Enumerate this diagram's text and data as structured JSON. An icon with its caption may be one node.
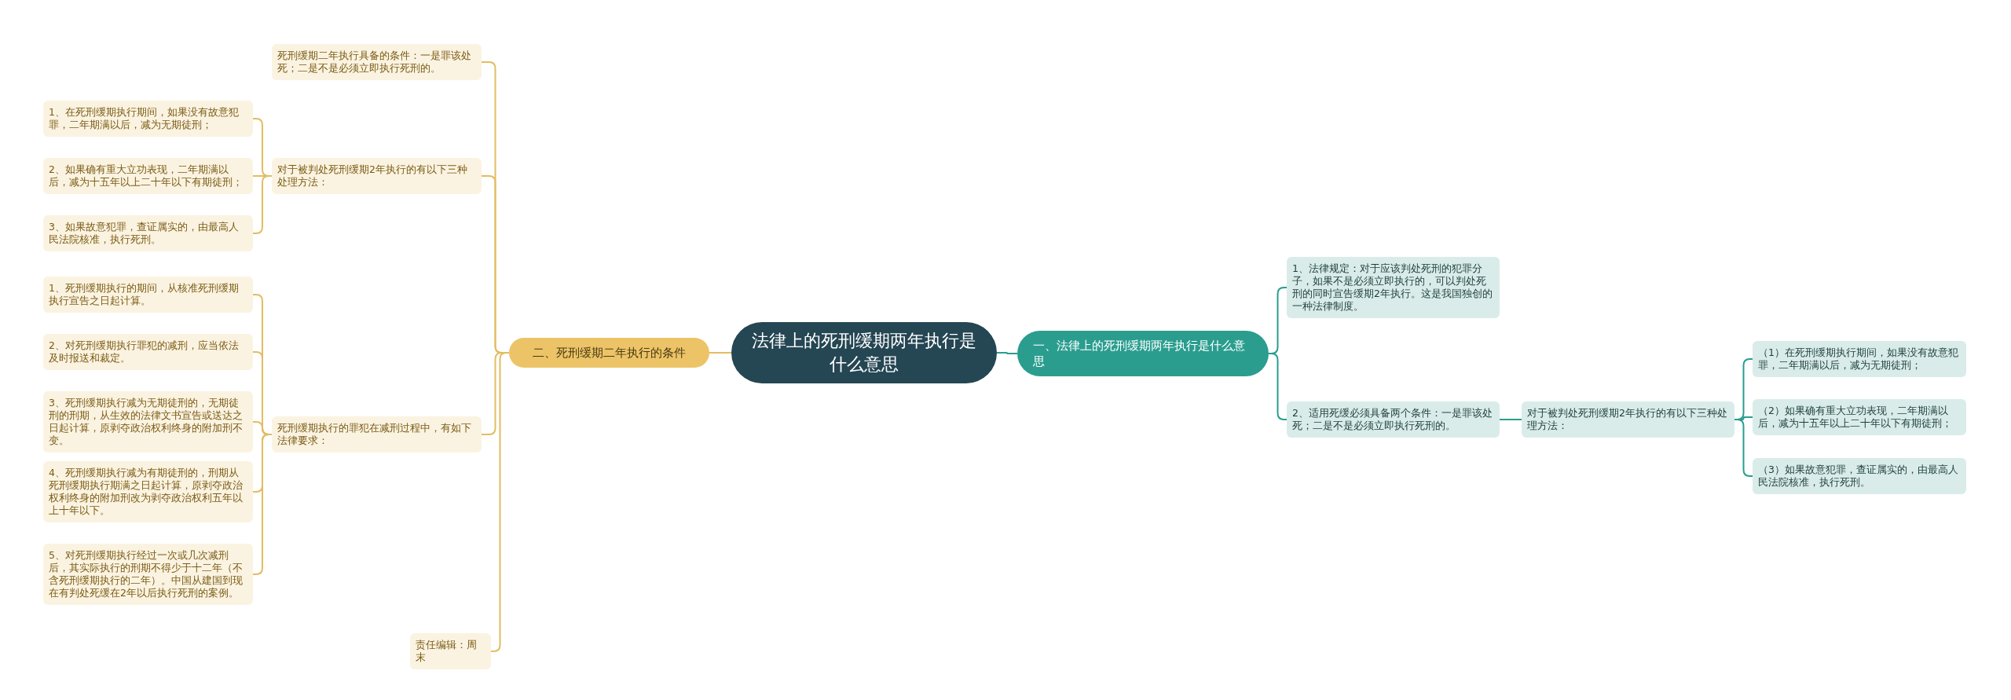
{
  "diagram": {
    "nodes": [
      {
        "text": [
          "法律上的死刑缓期两年执行是什么意思"
        ]
      },
      {
        "text": [
          "一、法律上的死刑缓期两年执行是什么意思"
        ]
      },
      {
        "text": [
          "1、法律规定：对于应该判处死刑的犯罪分子，如果不是必须立即执行的，可以判处死刑的同时宣告缓期2年执行。这是我国独创的一种法律制度。"
        ]
      },
      {
        "text": [
          "2、适用死缓必须具备两个条件：一是罪该处死；二是不是必须立即执行死刑的。"
        ]
      },
      {
        "text": [
          "对于被判处死刑缓期2年执行的有以下三种处理方法："
        ]
      },
      {
        "text": [
          "（1）在死刑缓期执行期间，如果没有故意犯罪，二年期满以后，减为无期徒刑；"
        ]
      },
      {
        "text": [
          "（2）如果确有重大立功表现，二年期满以后，减为十五年以上二十年以下有期徒刑；"
        ]
      },
      {
        "text": [
          "（3）如果故意犯罪，查证属实的，由最高人民法院核准，执行死刑。"
        ]
      },
      {
        "text": [
          "二、死刑缓期二年执行的条件"
        ]
      },
      {
        "text": [
          "死刑缓期二年执行具备的条件：一是罪该处死；二是不是必须立即执行死刑的。"
        ]
      },
      {
        "text": [
          "对于被判处死刑缓期2年执行的有以下三种处理方法："
        ]
      },
      {
        "text": [
          "1、在死刑缓期执行期间，如果没有故意犯罪，二年期满以后，减为无期徒刑；"
        ]
      },
      {
        "text": [
          "2、如果确有重大立功表现，二年期满以后，减为十五年以上二十年以下有期徒刑；"
        ]
      },
      {
        "text": [
          "3、如果故意犯罪，查证属实的，由最高人民法院核准，执行死刑。"
        ]
      },
      {
        "text": [
          "死刑缓期执行的罪犯在减刑过程中，有如下法律要求："
        ]
      },
      {
        "text": [
          "1、死刑缓期执行的期间，从核准死刑缓期执行宣告之日起计算。"
        ]
      },
      {
        "text": [
          "2、对死刑缓期执行罪犯的减刑，应当依法及时报送和裁定。"
        ]
      },
      {
        "text": [
          "3、死刑缓期执行减为无期徒刑的，无期徒刑的刑期，从生效的法律文书宣告或送达之日起计算，原剥夺政治权利终身的附加刑不变。"
        ]
      },
      {
        "text": [
          "4、死刑缓期执行减为有期徒刑的，刑期从死刑缓期执行期满之日起计算，原剥夺政治权利终身的附加刑改为剥夺政治权利五年以上十年以下。"
        ]
      },
      {
        "text": [
          "5、对死刑缓期执行经过一次或几次减刑后，其实际执行的刑期不得少于十二年（不含死刑缓期执行的二年）。中国从建国到现在有判处死缓在2年以后执行死刑的案例。"
        ]
      },
      {
        "text": [
          "责任编辑：周末"
        ]
      }
    ],
    "edges": [
      {
        "from": 0,
        "to": 1,
        "arrow": "none",
        "color": "#2a9d8f"
      },
      {
        "from": 1,
        "to": 2,
        "arrow": "none",
        "color": "#2a9d8f"
      },
      {
        "from": 1,
        "to": 3,
        "arrow": "none",
        "color": "#2a9d8f"
      },
      {
        "from": 3,
        "to": 4,
        "arrow": "none",
        "color": "#2a9d8f"
      },
      {
        "from": 4,
        "to": 5,
        "arrow": "none",
        "color": "#2a9d8f"
      },
      {
        "from": 4,
        "to": 6,
        "arrow": "none",
        "color": "#2a9d8f"
      },
      {
        "from": 4,
        "to": 7,
        "arrow": "none",
        "color": "#2a9d8f"
      },
      {
        "from": 0,
        "to": 8,
        "arrow": "none"
      },
      {
        "from": 8,
        "to": 9,
        "arrow": "none"
      },
      {
        "from": 8,
        "to": 10,
        "arrow": "none"
      },
      {
        "from": 10,
        "to": 11,
        "arrow": "none"
      },
      {
        "from": 10,
        "to": 12,
        "arrow": "none"
      },
      {
        "from": 10,
        "to": 13,
        "arrow": "none"
      },
      {
        "from": 8,
        "to": 14,
        "arrow": "none"
      },
      {
        "from": 14,
        "to": 15,
        "arrow": "none"
      },
      {
        "from": 14,
        "to": 16,
        "arrow": "none"
      },
      {
        "from": 14,
        "to": 17,
        "arrow": "none"
      },
      {
        "from": 14,
        "to": 18,
        "arrow": "none"
      },
      {
        "from": 14,
        "to": 19,
        "arrow": "none"
      },
      {
        "from": 8,
        "to": 20,
        "arrow": "none"
      }
    ]
  }
}
